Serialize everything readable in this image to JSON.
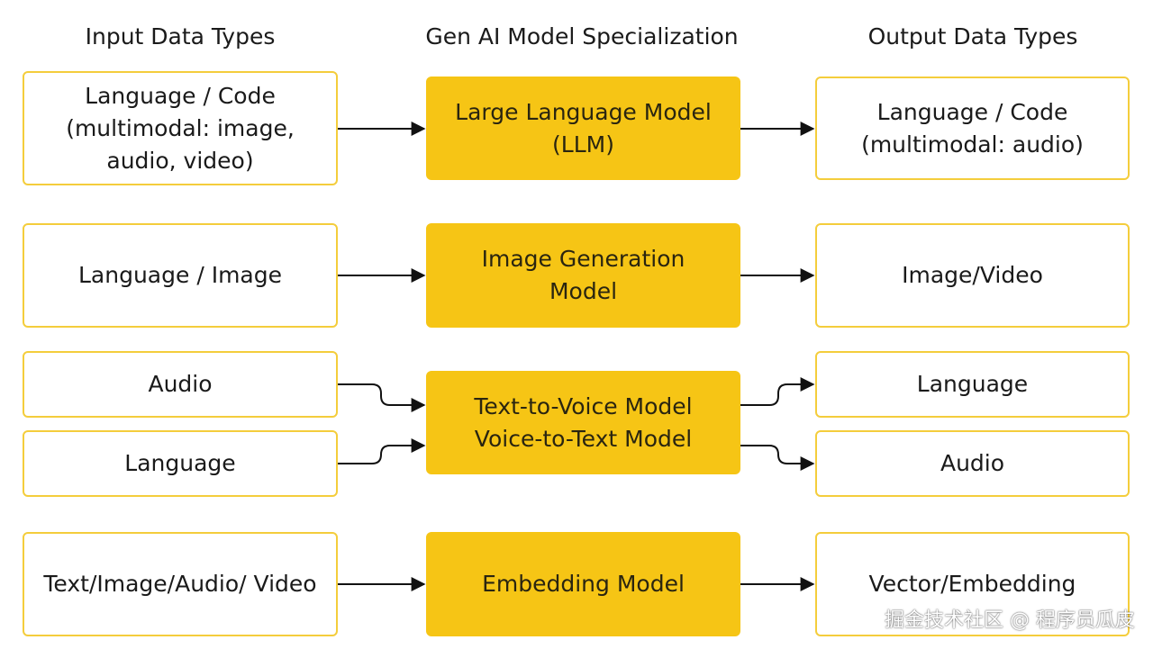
{
  "headers": {
    "input": "Input Data Types",
    "model": "Gen AI Model Specialization",
    "output": "Output Data Types"
  },
  "rows": [
    {
      "inputs": [
        "Language / Code\n(multimodal: image,\naudio, video)"
      ],
      "model": "Large Language Model\n(LLM)",
      "outputs": [
        "Language / Code\n(multimodal: audio)"
      ]
    },
    {
      "inputs": [
        "Language / Image"
      ],
      "model": "Image Generation\nModel",
      "outputs": [
        "Image/Video"
      ]
    },
    {
      "inputs": [
        "Audio",
        "Language"
      ],
      "model": "Text-to-Voice Model\nVoice-to-Text Model",
      "outputs": [
        "Language",
        "Audio"
      ]
    },
    {
      "inputs": [
        "Text/Image/Audio/ Video"
      ],
      "model": "Embedding Model",
      "outputs": [
        "Vector/Embedding"
      ]
    }
  ],
  "watermark": "掘金技术社区 @ 程序员瓜皮",
  "colors": {
    "model_fill": "#f6c515",
    "box_border": "#f4cd3c",
    "arrow": "#111111"
  }
}
